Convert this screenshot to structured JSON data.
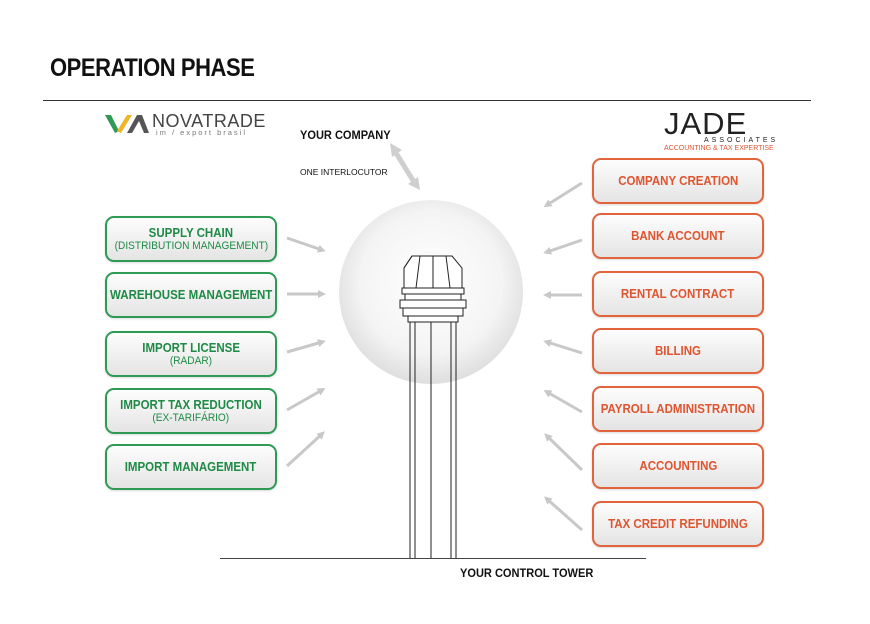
{
  "title": "OPERATION PHASE",
  "logos": {
    "left": {
      "name": "NOVATRADE",
      "tagline": "im / export brasil"
    },
    "right": {
      "name": "JADE",
      "subtitle": "ASSOCIATES",
      "tagline": "ACCOUNTING & TAX EXPERTISE"
    }
  },
  "center": {
    "company_label": "YOUR COMPANY",
    "interlocutor_label": "ONE INTERLOCUTOR",
    "tower_label": "YOUR CONTROL TOWER"
  },
  "left_services": [
    {
      "label": "SUPPLY CHAIN",
      "sub": "(DISTRIBUTION MANAGEMENT)"
    },
    {
      "label": "WAREHOUSE MANAGEMENT",
      "sub": ""
    },
    {
      "label": "IMPORT LICENSE",
      "sub": "(RADAR)"
    },
    {
      "label": "IMPORT TAX REDUCTION",
      "sub": "(EX-TARIFÁRIO)"
    },
    {
      "label": "IMPORT MANAGEMENT",
      "sub": ""
    }
  ],
  "right_services": [
    {
      "label": "COMPANY CREATION"
    },
    {
      "label": "BANK ACCOUNT"
    },
    {
      "label": "RENTAL CONTRACT"
    },
    {
      "label": "BILLING"
    },
    {
      "label": "PAYROLL ADMINISTRATION"
    },
    {
      "label": "ACCOUNTING"
    },
    {
      "label": "TAX CREDIT REFUNDING"
    }
  ],
  "colors": {
    "green": "#2e9a55",
    "orange": "#e2633c",
    "arrow": "#c8c8c8"
  }
}
